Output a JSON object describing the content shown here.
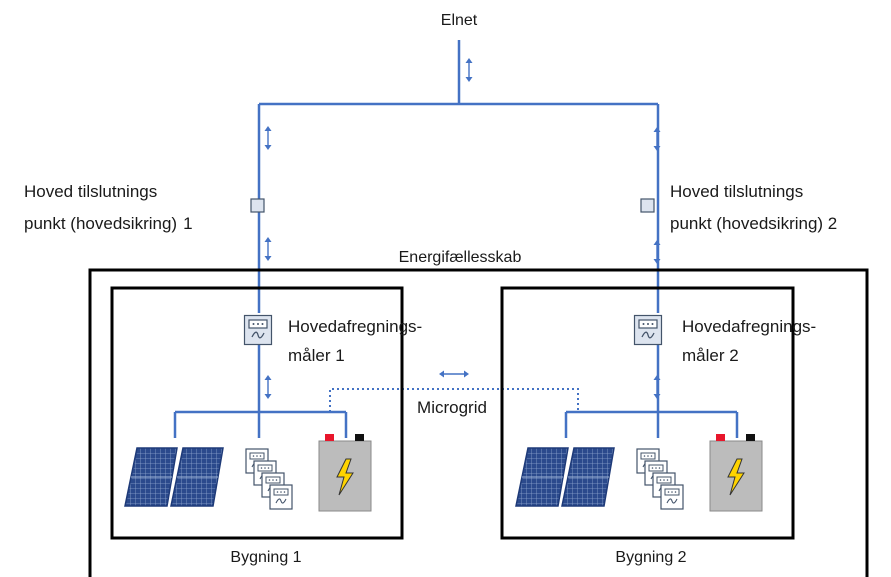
{
  "grid_label": "Elnet",
  "connection_point_1": {
    "line1": "Hoved tilslutnings",
    "line2": "punkt (hovedsikring)",
    "number": "1"
  },
  "connection_point_2": {
    "line1": "Hoved tilslutnings",
    "line2": "punkt (hovedsikring) 2"
  },
  "community_label": "Energifællesskab",
  "building_1": {
    "meter_line1": "Hovedafregnings-",
    "meter_line2": "måler 1",
    "name": "Bygning 1"
  },
  "building_2": {
    "meter_line1": "Hovedafregnings-",
    "meter_line2": "måler 2",
    "name": "Bygning 2"
  },
  "microgrid_label": "Microgrid",
  "colors": {
    "line": "#4472c4",
    "box_border": "#000000",
    "meter_fill": "#dde4ef",
    "meter_stroke": "#44546a",
    "battery_fill": "#bcbcbc",
    "battery_bolt": "#ffd400",
    "battery_plus": "#e8162b",
    "panel_blue": "#1e3a78"
  },
  "icons": [
    "solar-panel-icon",
    "meter-stack-icon",
    "battery-icon",
    "meter-icon",
    "connection-point-icon",
    "bidirectional-arrow-icon"
  ]
}
